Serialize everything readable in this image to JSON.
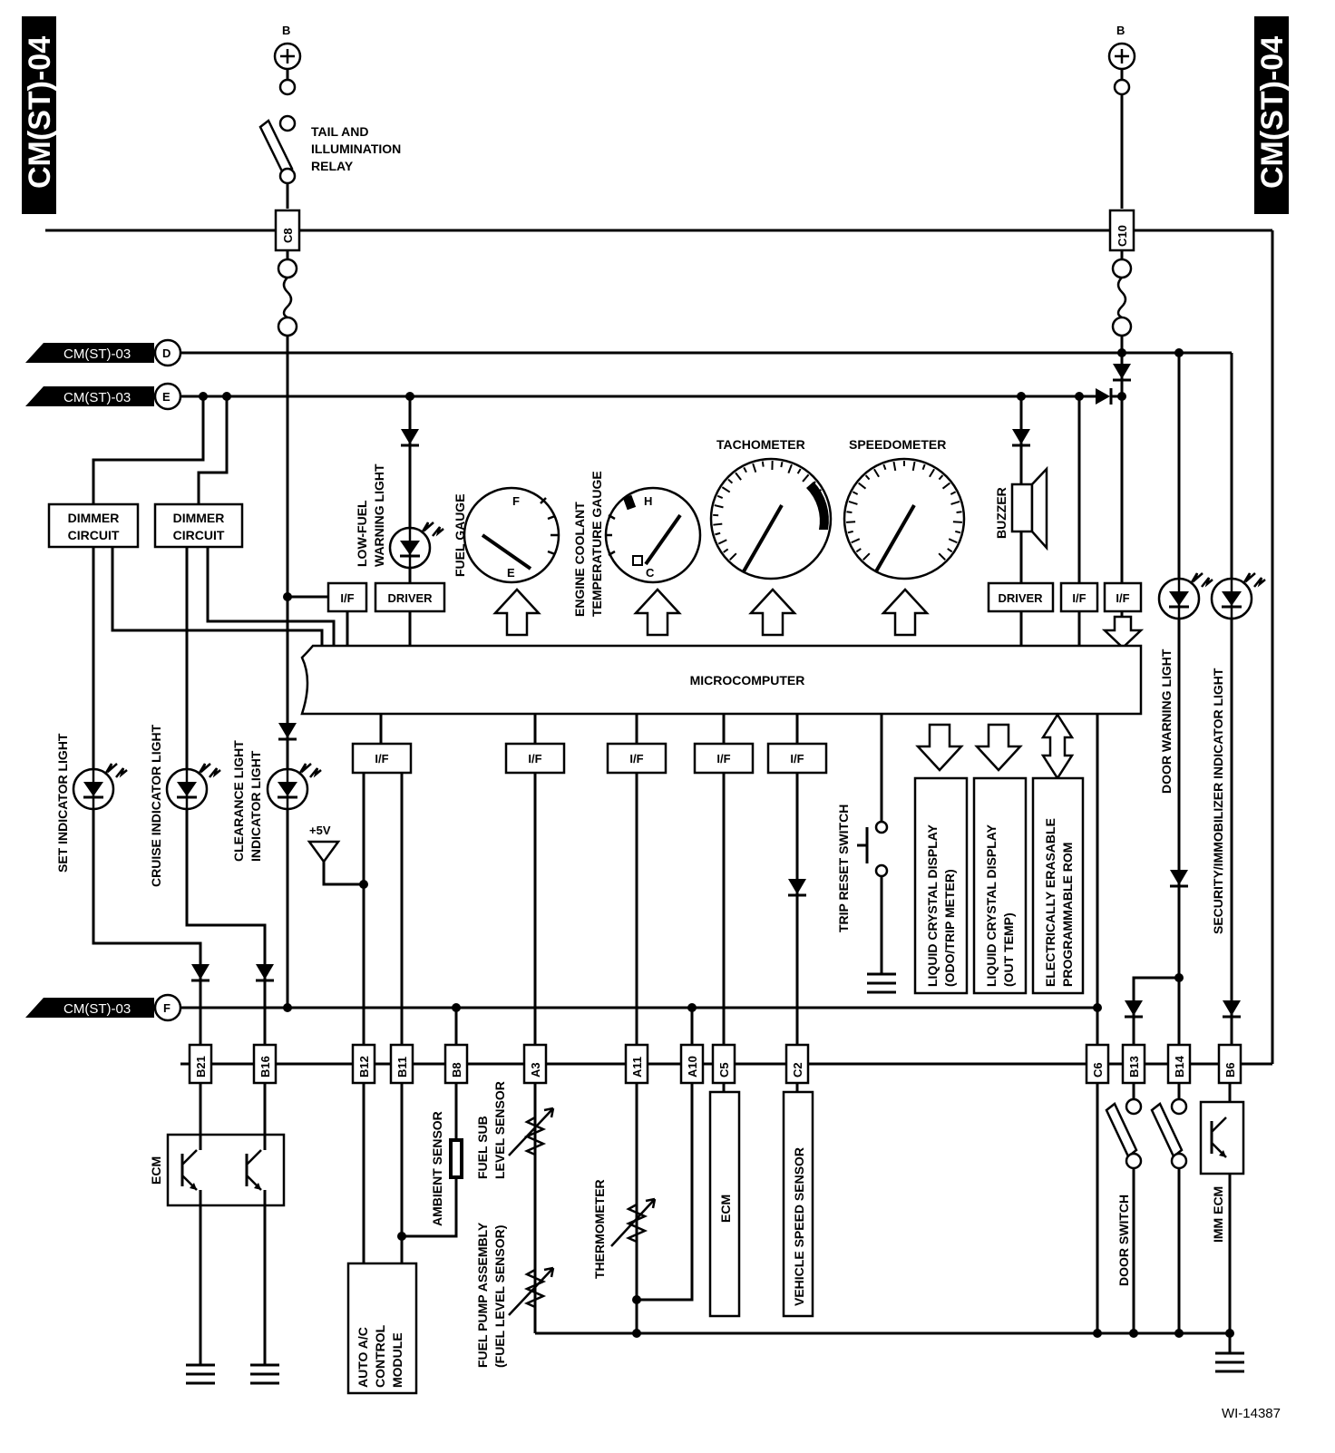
{
  "labels": {
    "cm_st_04": "CM(ST)-04",
    "cm_st_03": "CM(ST)-03",
    "conn_d": "D",
    "conn_e": "E",
    "conn_f": "F",
    "battery": "B",
    "tail_relay_1": "TAIL AND",
    "tail_relay_2": "ILLUMINATION",
    "tail_relay_3": "RELAY",
    "dimmer_1": "DIMMER",
    "dimmer_2": "CIRCUIT",
    "if": "I/F",
    "driver": "DRIVER",
    "low_fuel_1": "LOW-FUEL",
    "low_fuel_2": "WARNING LIGHT",
    "fuel_gauge": "FUEL GAUGE",
    "gauge_f": "F",
    "gauge_e": "E",
    "gauge_h": "H",
    "gauge_c": "C",
    "coolant_1": "ENGINE COOLANT",
    "coolant_2": "TEMPERATURE GAUGE",
    "tachometer": "TACHOMETER",
    "speedometer": "SPEEDOMETER",
    "buzzer": "BUZZER",
    "microcomputer": "MICROCOMPUTER",
    "set_indicator": "SET INDICATOR LIGHT",
    "cruise_indicator": "CRUISE INDICATOR LIGHT",
    "clearance_1": "CLEARANCE LIGHT",
    "clearance_2": "INDICATOR LIGHT",
    "plus5v": "+5V",
    "trip_reset": "TRIP RESET SWITCH",
    "lcd_odo_1": "LIQUID CRYSTAL DISPLAY",
    "lcd_odo_2": "(ODO/TRIP METER)",
    "lcd_out_1": "LIQUID CRYSTAL DISPLAY",
    "lcd_out_2": "(OUT TEMP)",
    "eeprom_1": "ELECTRICALLY ERASABLE",
    "eeprom_2": "PROGRAMMABLE ROM",
    "door_warning": "DOOR WARNING LIGHT",
    "security_indicator": "SECURITY/IMMOBILIZER INDICATOR LIGHT",
    "ecm": "ECM",
    "ambient_sensor": "AMBIENT SENSOR",
    "fuel_sub_1": "FUEL SUB",
    "fuel_sub_2": "LEVEL SENSOR",
    "fuel_pump_1": "FUEL PUMP ASSEMBLY",
    "fuel_pump_2": "(FUEL LEVEL SENSOR)",
    "thermometer": "THERMOMETER",
    "vehicle_speed": "VEHICLE SPEED SENSOR",
    "auto_ac_1": "AUTO A/C",
    "auto_ac_2": "CONTROL",
    "auto_ac_3": "MODULE",
    "door_switch": "DOOR SWITCH",
    "imm_ecm": "IMM ECM",
    "figure_id": "WI-14387"
  },
  "connectors": {
    "c8": "C8",
    "c10": "C10",
    "b21": "B21",
    "b16": "B16",
    "b12": "B12",
    "b11": "B11",
    "b8": "B8",
    "a3": "A3",
    "a11": "A11",
    "a10": "A10",
    "c5": "C5",
    "c2": "C2",
    "c6": "C6",
    "b13": "B13",
    "b14": "B14",
    "b6": "B6"
  }
}
